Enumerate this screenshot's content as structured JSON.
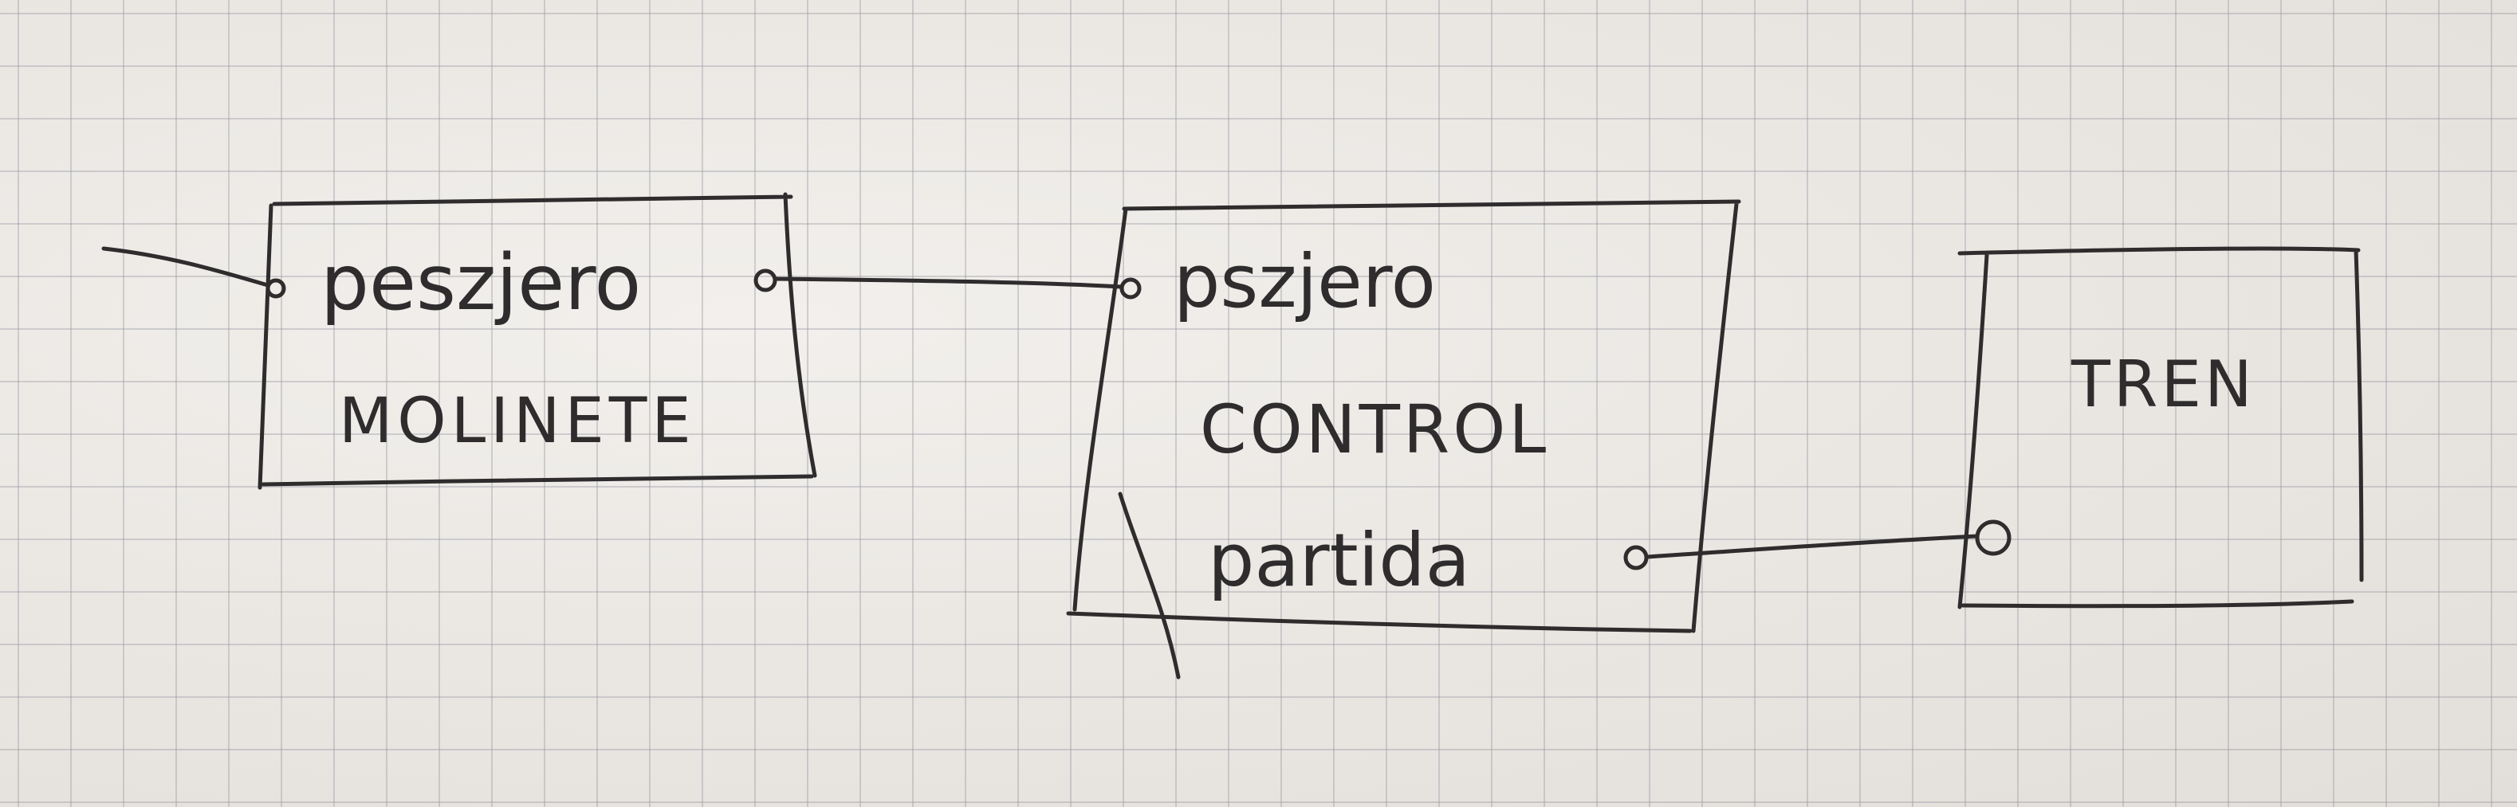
{
  "diagram": {
    "blocks": [
      {
        "id": "block-1",
        "input_label": "peszjero",
        "output_label": "",
        "name": "MOLINETE"
      },
      {
        "id": "block-2",
        "input_label": "pszjero",
        "name": "CONTROL",
        "output_label": "partida"
      },
      {
        "id": "block-3",
        "name": "TREN"
      }
    ],
    "connections": [
      {
        "from": "external-input",
        "to": "block-1.input"
      },
      {
        "from": "block-1.output",
        "to": "block-2.input"
      },
      {
        "from": "block-2.output",
        "to": "block-3.input"
      }
    ],
    "colors": {
      "paper": "#ebe7e2",
      "grid": "#9696a0",
      "ink": "#2e2c2c"
    }
  }
}
